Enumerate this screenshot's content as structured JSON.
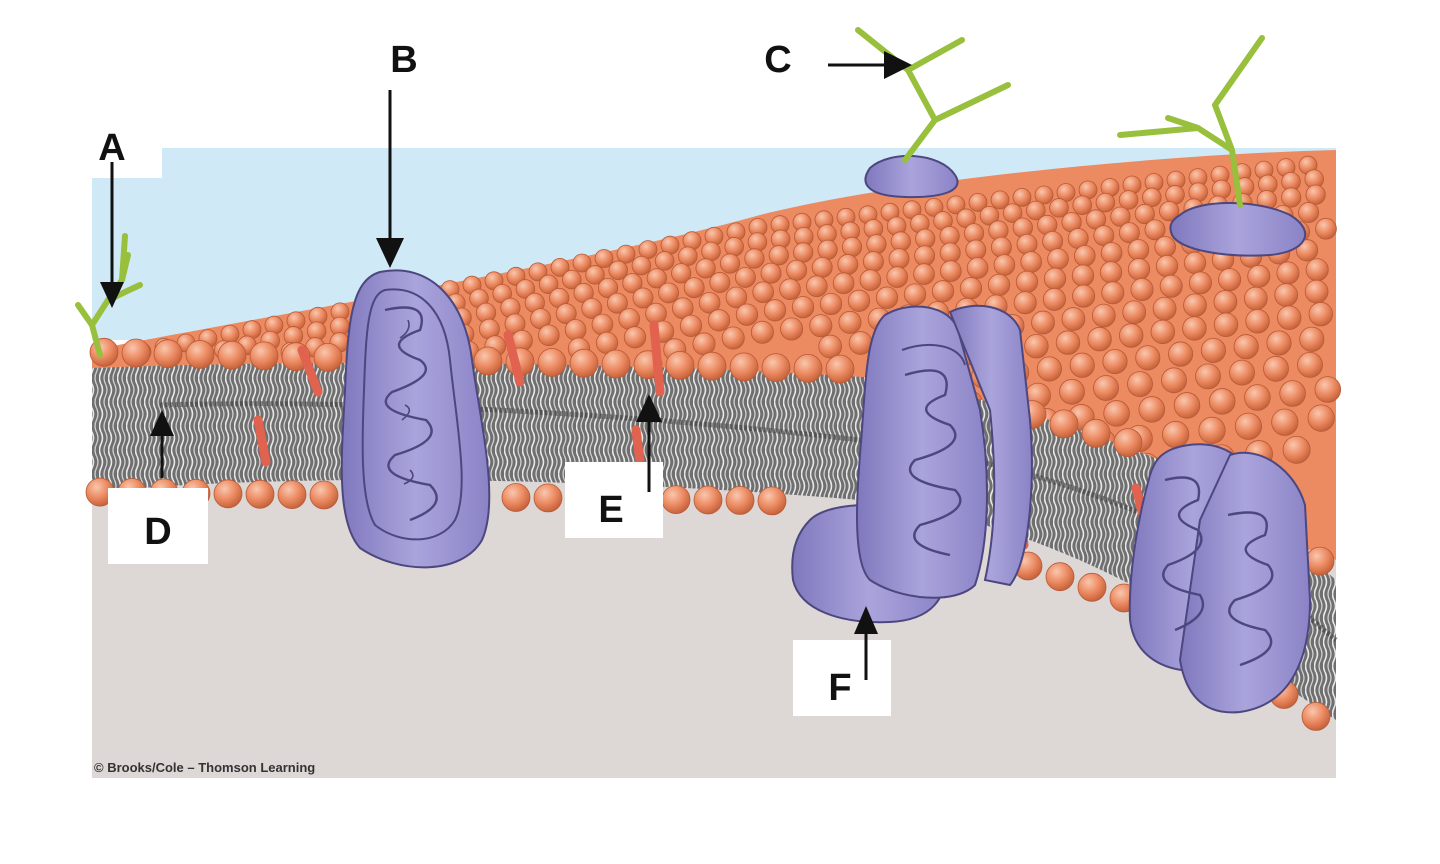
{
  "diagram": {
    "labels": {
      "a": "A",
      "b": "B",
      "c": "C",
      "d": "D",
      "e": "E",
      "f": "F"
    },
    "credit": "© Brooks/Cole – Thomson Learning"
  },
  "colors": {
    "extracellular": "#cfe9f6",
    "cytoplasm": "#ddd7d6",
    "phospholipid_head": "#ec8a62",
    "phospholipid_head_outline": "#b85a35",
    "tail_region": "#8b8b8b",
    "protein": "#9c95cf",
    "protein_outline": "#4d477f",
    "glycan": "#98c03c",
    "cholesterol": "#e0624f"
  }
}
